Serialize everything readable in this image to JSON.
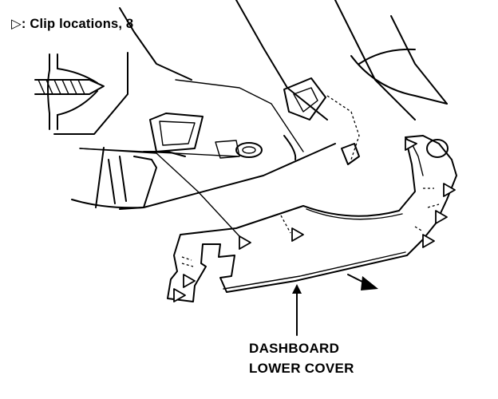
{
  "legend": {
    "symbol": "▷",
    "text": ": Clip locations, 8"
  },
  "callout": {
    "line1": "DASHBOARD",
    "line2": "LOWER COVER"
  }
}
